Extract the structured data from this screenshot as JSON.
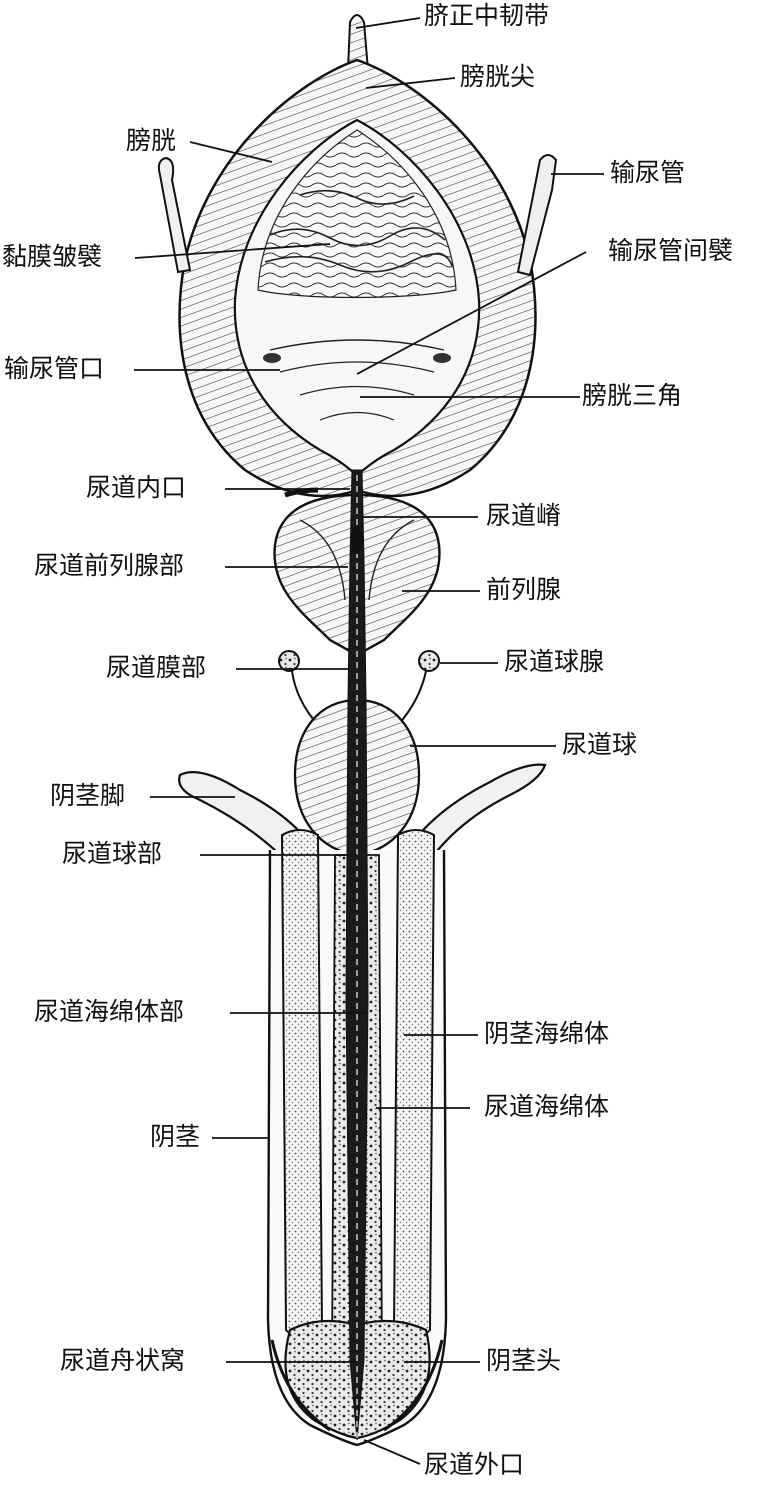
{
  "labels": {
    "umbilical_ligament": "脐正中韧带",
    "bladder_apex": "膀胱尖",
    "bladder": "膀胱",
    "ureter": "输尿管",
    "mucosal_folds": "黏膜皱襞",
    "interureteric_fold": "输尿管间襞",
    "ureteric_orifice": "输尿管口",
    "trigone": "膀胱三角",
    "internal_orifice": "尿道内口",
    "urethral_crest": "尿道嵴",
    "prostatic_urethra": "尿道前列腺部",
    "prostate": "前列腺",
    "membranous_urethra": "尿道膜部",
    "bulbourethral_gland": "尿道球腺",
    "urethral_bulb": "尿道球",
    "crus_penis": "阴茎脚",
    "bulbous_urethra": "尿道球部",
    "spongy_urethra": "尿道海绵体部",
    "corpus_cavernosum": "阴茎海绵体",
    "corpus_spongiosum": "尿道海绵体",
    "penis": "阴茎",
    "navicular_fossa": "尿道舟状窝",
    "glans": "阴茎头",
    "external_orifice": "尿道外口"
  },
  "colors": {
    "ink": "#111111",
    "tissue_light": "#f3f3f3",
    "tissue_mid": "#e2e2e2",
    "tissue_dark": "#bdbdbd"
  }
}
